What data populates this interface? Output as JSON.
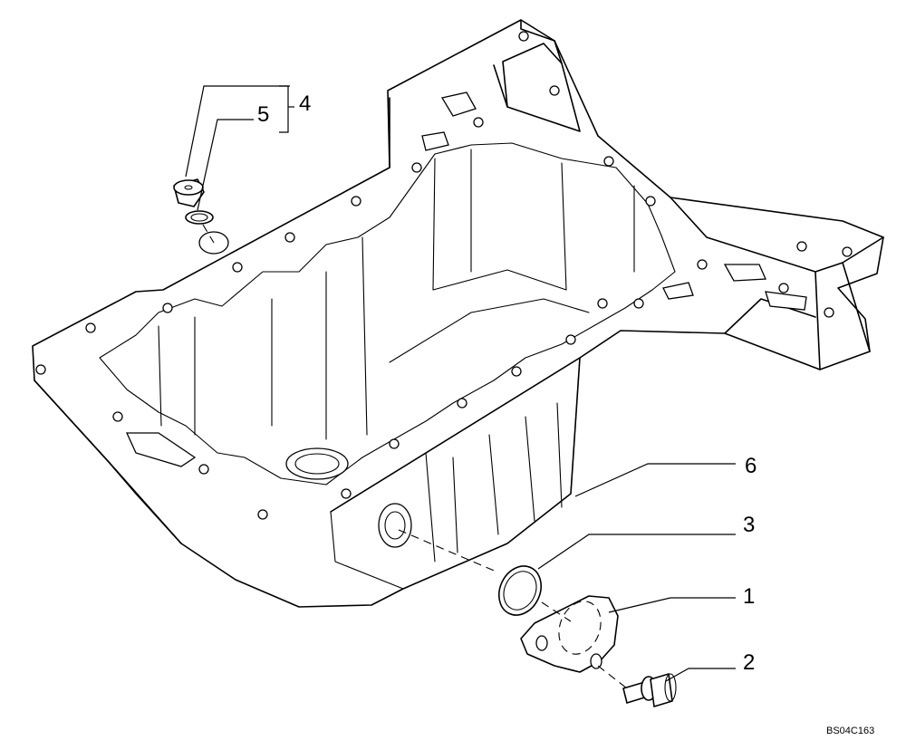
{
  "diagram": {
    "callouts": {
      "c1": "1",
      "c2": "2",
      "c3": "3",
      "c4": "4",
      "c5": "5",
      "c6": "6"
    },
    "reference_code": "BS04C163"
  }
}
